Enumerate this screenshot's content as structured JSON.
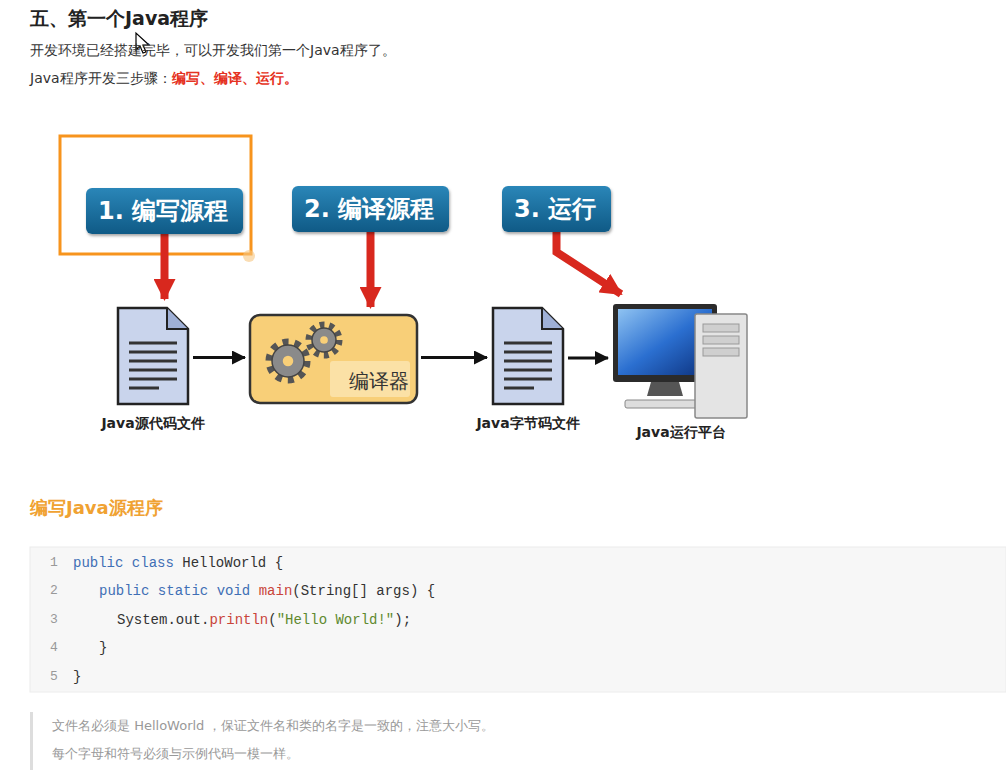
{
  "diagram": {
    "title": "五、第一个Java程序",
    "nodes": [
      {
        "text": [
          "1. 编写源程"
        ]
      },
      {
        "text": [
          "2. 编译源程"
        ]
      },
      {
        "text": [
          "3. 运行"
        ]
      },
      {
        "text": [
          "Java源代码文件"
        ]
      },
      {
        "text": [
          "编译器"
        ]
      },
      {
        "text": [
          "Java字节码文件"
        ]
      },
      {
        "text": [
          "Java运行平台"
        ]
      }
    ],
    "edges": [
      {
        "from": 0,
        "to": 3,
        "arrow": "to"
      },
      {
        "from": 1,
        "to": 4,
        "arrow": "to"
      },
      {
        "from": 2,
        "to": 6,
        "arrow": "to"
      },
      {
        "from": 3,
        "to": 4,
        "arrow": "to"
      },
      {
        "from": 4,
        "to": 5,
        "arrow": "to"
      },
      {
        "from": 5,
        "to": 6,
        "arrow": "to"
      }
    ],
    "labels": [
      "开发环境已经搭建完毕，可以开发我们第一个Java程序了。",
      "Java程序开发三步骤：",
      "编写、编译、运行。",
      "编写Java源程序",
      "1",
      "2",
      "3",
      "4",
      "5",
      "public class HelloWorld {",
      "public static void main(String[] args) {",
      "System.out.println(\"Hello World!\");",
      "}",
      "}",
      "文件名必须是 HelloWorld ，保证文件名和类的名字是一致的，注意大小写。",
      "每个字母和符号必须与示例代码一模一样。"
    ]
  }
}
